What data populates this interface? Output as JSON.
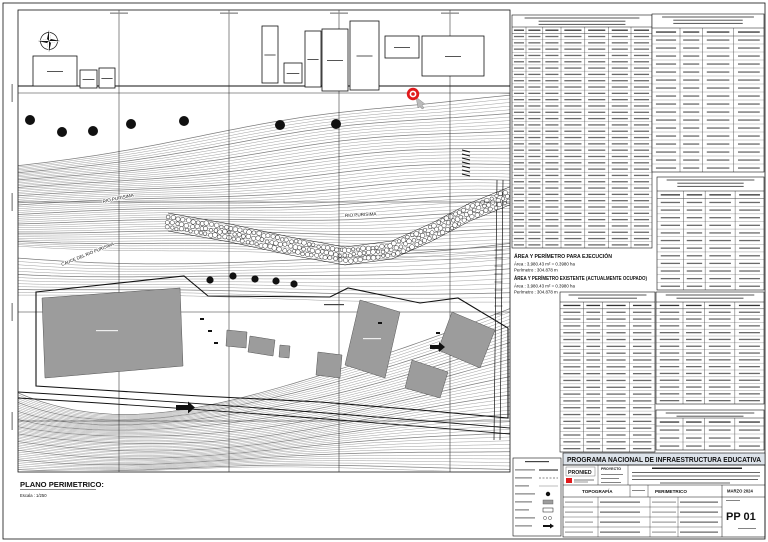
{
  "sheet": {
    "plan_title": "PLANO PERIMETRICO:",
    "plan_scale": "Escala : 1/250"
  },
  "map_labels": {
    "river_upper_left": "RIO PURISIMA",
    "river_upper_right": "RIO PURISIMA",
    "river_bed": "CAUCE DEL RIO PURISIMA"
  },
  "area_summary": {
    "execution_heading": "ÁREA Y PERÍMETRO PARA EJECUCIÓN",
    "execution_area": "Área : 3,980.43 m² = 0.3980 ha",
    "execution_perimeter": "Perímetro : 304.878 m",
    "existing_heading": "ÁREA Y PERÍMETRO EXISTENTE (ACTUALMENTE OCUPADO)",
    "existing_area": "Área : 3,980.43 m² = 0.3980 ha",
    "existing_perimeter": "Perímetro : 304.878 m"
  },
  "title_block": {
    "program": "PROGRAMA NACIONAL DE INFRAESTRUCTURA EDUCATIVA",
    "logo": "PRONIED",
    "project_label": "PROYECTO",
    "discipline": "TOPOGRAFÍA",
    "plan_name": "PERIMETRICO",
    "date": "MARZO 2024",
    "sheet_code": "PP 01"
  },
  "icons": [
    "north-arrow-icon",
    "location-marker-icon",
    "direction-arrow-icon"
  ],
  "colors": {
    "ink": "#111111",
    "grid": "#2a2a2a",
    "contour": "#7d7d7d",
    "building_fill": "#9c9c9c",
    "marker_red": "#e0191b",
    "title_bar": "#dde3ea",
    "cell_text": "#6a6a6a"
  }
}
